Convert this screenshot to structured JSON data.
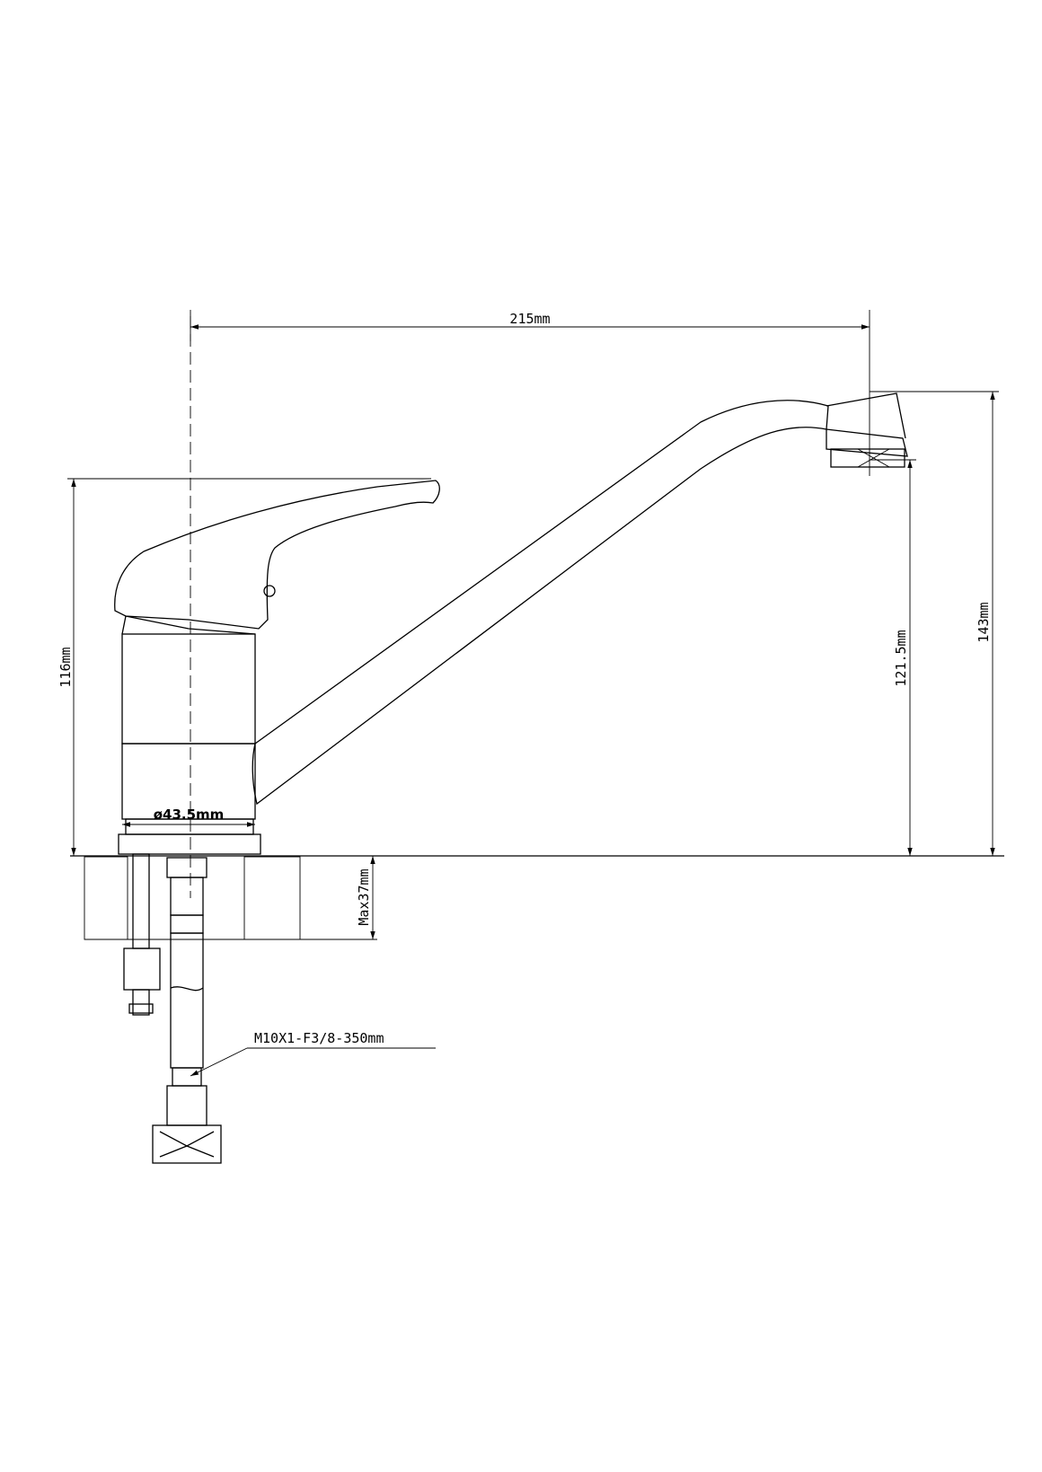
{
  "dimensions": {
    "spout_reach": "215mm",
    "body_height": "116mm",
    "spout_outlet_height": "121.5mm",
    "total_height": "143mm",
    "base_diameter": "ø43.5mm",
    "max_counter_thickness": "Max37mm"
  },
  "hose_callout": "M10X1-F3/8-350mm",
  "colors": {
    "line": "#000000",
    "background": "#ffffff"
  }
}
